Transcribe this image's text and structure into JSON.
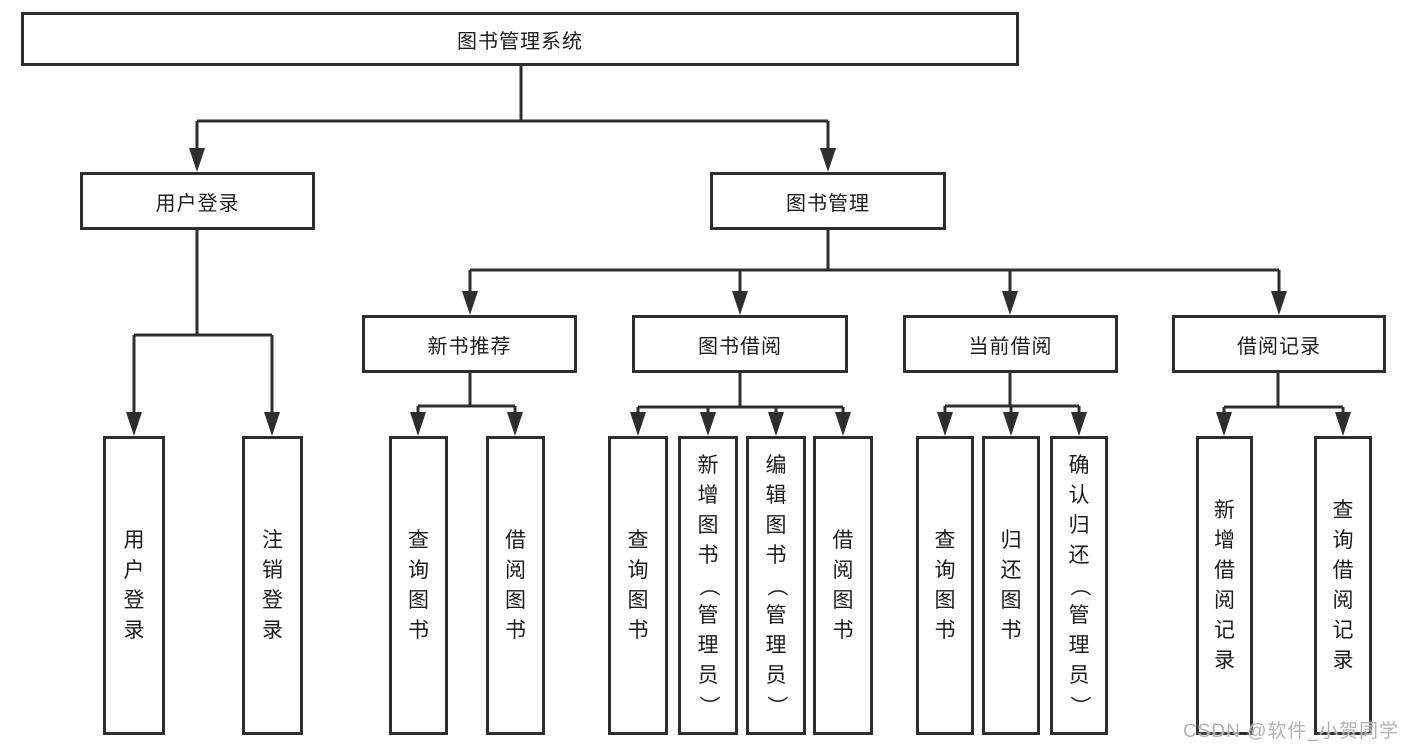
{
  "diagram": {
    "line_color": "#2e2e2e",
    "box_border_color": "#2e2e2e",
    "text_color": "#1c1c1c",
    "root": {
      "label": "图书管理系统"
    },
    "level2": [
      {
        "label": "用户登录",
        "parent": "图书管理系统"
      },
      {
        "label": "图书管理",
        "parent": "图书管理系统"
      }
    ],
    "level3": [
      {
        "label": "新书推荐",
        "parent": "图书管理"
      },
      {
        "label": "图书借阅",
        "parent": "图书管理"
      },
      {
        "label": "当前借阅",
        "parent": "图书管理"
      },
      {
        "label": "借阅记录",
        "parent": "图书管理"
      }
    ],
    "leaves": [
      {
        "label": "用户登录",
        "parent": "用户登录"
      },
      {
        "label": "注销登录",
        "parent": "用户登录"
      },
      {
        "label": "查询图书",
        "parent": "新书推荐"
      },
      {
        "label": "借阅图书",
        "parent": "新书推荐"
      },
      {
        "label": "查询图书",
        "parent": "图书借阅"
      },
      {
        "label": "新增图书（管理员）",
        "parent": "图书借阅"
      },
      {
        "label": "编辑图书（管理员）",
        "parent": "图书借阅"
      },
      {
        "label": "借阅图书",
        "parent": "图书借阅"
      },
      {
        "label": "查询图书",
        "parent": "当前借阅"
      },
      {
        "label": "归还图书",
        "parent": "当前借阅"
      },
      {
        "label": "确认归还（管理员）",
        "parent": "当前借阅"
      },
      {
        "label": "新增借阅记录",
        "parent": "借阅记录"
      },
      {
        "label": "查询借阅记录",
        "parent": "借阅记录"
      }
    ]
  },
  "watermark": {
    "text": "CSDN @软件_小贺同学",
    "color": "#b3b3b3"
  }
}
